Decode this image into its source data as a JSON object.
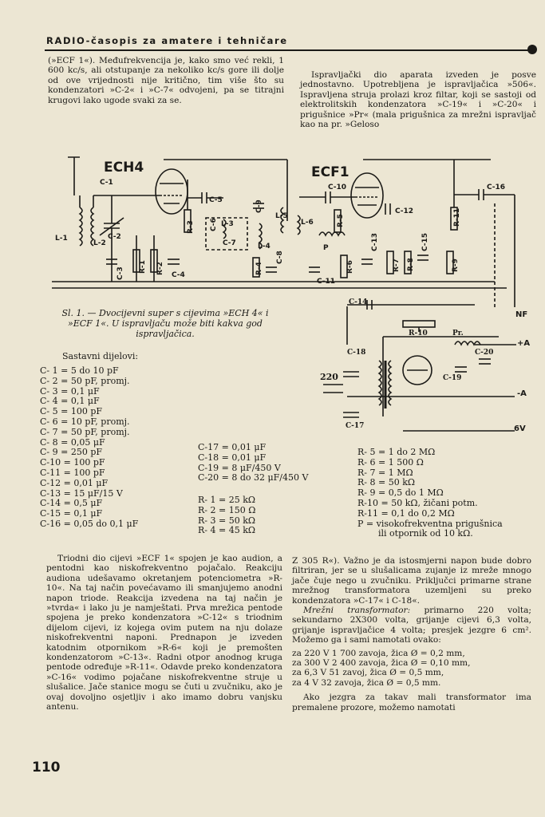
{
  "header": {
    "running_title": "RADIO-časopis za amatere i tehničare"
  },
  "top_left_text": "(»ECF 1«). Međufrekvencija je, kako smo već rekli, 1 600 kc/s, ali otstupanje za nekoliko kc/s gore ili dolje od ove vrijednosti nije kritično, tim više što su kondenzatori »C-2« i »C-7« odvojeni, pa se titrajni krugovi lako ugode svaki za se.",
  "top_right_text": "Ispravljački dio aparata izveden je posve jednostavno. Upotrebljena je ispravljačica »506«. Ispravljena struja prolazi kroz filtar, koji se sastoji od elektrolitskih kondenzatora »C-19« i »C-20« i prigušnice »Pr« (mala prigušnica za mrežni ispravljač kao na pr. »Geloso",
  "schematic": {
    "tube_left": "ECH4",
    "tube_right": "ECF1",
    "labels": [
      "C-1",
      "C-2",
      "C-3",
      "L-1",
      "L-2",
      "R-1",
      "R-2",
      "C-4",
      "R-3",
      "C-5",
      "C-6",
      "L-3",
      "C-7",
      "C-9",
      "L-4",
      "C-8",
      "R-4",
      "L-5",
      "L-6",
      "C-10",
      "R-5",
      "P",
      "C-11",
      "C-12",
      "R-6",
      "C-13",
      "R-7",
      "R-8",
      "C-15",
      "R-9",
      "R-11",
      "C-16",
      "C-14",
      "R-10",
      "Pr",
      "C-18",
      "C-19",
      "C-20",
      "C-17",
      "220"
    ],
    "terminals": [
      "NF",
      "+A",
      "-A",
      "6V"
    ]
  },
  "caption": "Sl. 1. — Dvocijevni super s cijevima »ECH 4« i »ECF 1«. U ispravljaču može biti kakva god ispravljačica.",
  "parts_title": "Sastavni dijelovi:",
  "parts_col1": [
    "C- 1 = 5 do 10 pF",
    "C- 2 = 50 pF, promj.",
    "C- 3 = 0,1 μF",
    "C- 4 = 0,1 μF",
    "C- 5 = 100 pF",
    "C- 6 = 10 pF, promj.",
    "C- 7 = 50 pF, promj.",
    "C- 8 = 0,05 μF",
    "C- 9 = 250 pF",
    "C-10 = 100 pF",
    "C-11 = 100 pF",
    "C-12 = 0,01 μF",
    "C-13 = 15 μF/15 V",
    "C-14 = 0,5 μF",
    "C-15 = 0,1 μF",
    "C-16 = 0,05 do 0,1 μF"
  ],
  "parts_col2a": [
    "C-17 = 0,01 μF",
    "C-18 = 0,01 μF",
    "C-19 = 8 μF/450 V",
    "C-20 = 8 do 32 μF/450 V"
  ],
  "parts_col2b": [
    "R- 1 = 25 kΩ",
    "R- 2 = 150 Ω",
    "R- 3 = 50 kΩ",
    "R- 4 = 45 kΩ"
  ],
  "parts_col3": [
    "R- 5 = 1 do 2 MΩ",
    "R- 6 = 1 500 Ω",
    "R- 7 = 1 MΩ",
    "R- 8 = 50 kΩ",
    "R- 9 = 0,5 do 1 MΩ",
    "R-10 = 50 kΩ, žičani potm.",
    "R-11 = 0,1 do 0,2 MΩ",
    "P = visokofrekventna prigušnica",
    "ili otpornik od 10 kΩ."
  ],
  "bottom_left_text": "Triodni dio cijevi »ECF 1« spojen je kao audion, a pentodni kao niskofrekventno pojačalo. Reakciju audiona udešavamo okretanjem potenciometra »R-10«. Na taj način povećavamo ili smanjujemo anodni napon triode. Reakcija izvedena na taj način je »tvrda« i lako ju je namještati. Prva mrežica pentode spojena je preko kondenzatora »C-12« s triodnim dijelom cijevi, iz kojega ovim putem na nju dolaze niskofrekventni naponi. Prednapon je izveden katodnim otpornikom »R-6« koji je premošten kondenzatorom »C-13«. Radni otpor anodnog kruga pentode određuje »R-11«. Odavde preko kondenzatora »C-16« vodimo pojačane niskofrekventne struje u slušalice. Jače stanice mogu se čuti u zvučniku, ako je ovaj dovoljno osjetljiv i ako imamo dobru vanjsku antenu.",
  "bottom_right_text": "Z 305 R«). Važno je da istosmjerni napon bude dobro filtriran, jer se u slušalicama zujanje iz mreže mnogo jače čuje nego u zvučniku. Priključci primarne strane mrežnog transformatora uzemljeni su preko kondenzatora »C-17« i C-18«.",
  "transformer_para_label": "Mrežni transformator:",
  "transformer_para_text": "primarno 220 volta; sekundarno 2X300 volta, grijanje cijevi 6,3 volta, grijanje ispravljačice 4 volta; presjek jezgre 6 cm². Možemo ga i sami namotati ovako:",
  "windings": [
    "za 220 V 1 700 zavoja, žica Ø = 0,2 mm,",
    "za 300 V 2 400 zavoja, žica Ø = 0,10 mm,",
    "za 6,3 V 51 zavoj, žica Ø = 0,5 mm,",
    "za 4 V 32 zavoja, žica Ø = 0,5 mm."
  ],
  "last_para": "Ako jezgra za takav mali transformator ima premalene prozore, možemo namotati",
  "page_number": "110"
}
